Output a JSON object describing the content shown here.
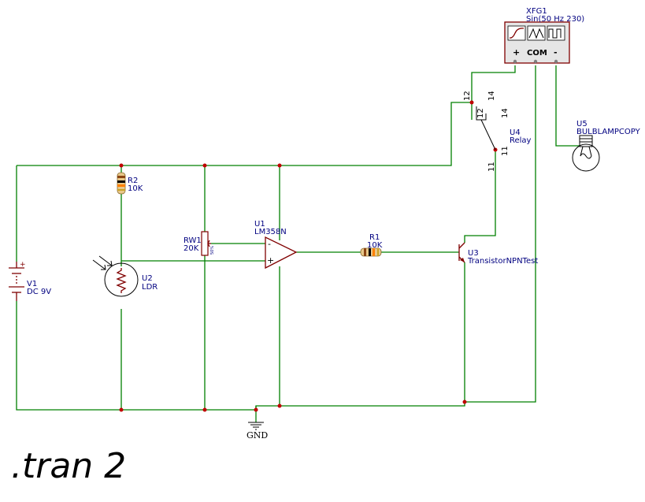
{
  "colors": {
    "wire": "#008000",
    "component": "#800000",
    "label": "#000080",
    "junction": "#c00000"
  },
  "components": {
    "xfg1": {
      "ref": "XFG1",
      "value": "Sin(50 Hz 230)",
      "terminals": [
        "+",
        "COM",
        "-"
      ]
    },
    "u5": {
      "ref": "U5",
      "value": "BULBLAMPCOPY"
    },
    "u4": {
      "ref": "U4",
      "value": "Relay",
      "pins": [
        "12",
        "14",
        "12",
        "14",
        "11",
        "11"
      ]
    },
    "r2": {
      "ref": "R2",
      "value": "10K"
    },
    "v1": {
      "ref": "V1",
      "value": "DC 9V",
      "polarity": "+"
    },
    "u2": {
      "ref": "U2",
      "value": "LDR"
    },
    "rw1": {
      "ref": "RW1",
      "value": "20K",
      "wiper": "50%"
    },
    "u1": {
      "ref": "U1",
      "value": "LM358N",
      "inputs": [
        "-",
        "+"
      ]
    },
    "r1": {
      "ref": "R1",
      "value": "10K"
    },
    "u3": {
      "ref": "U3",
      "value": "TransistorNPNTest"
    },
    "gnd": {
      "label": "GND"
    }
  },
  "simulation": {
    "command": ".tran 2"
  }
}
